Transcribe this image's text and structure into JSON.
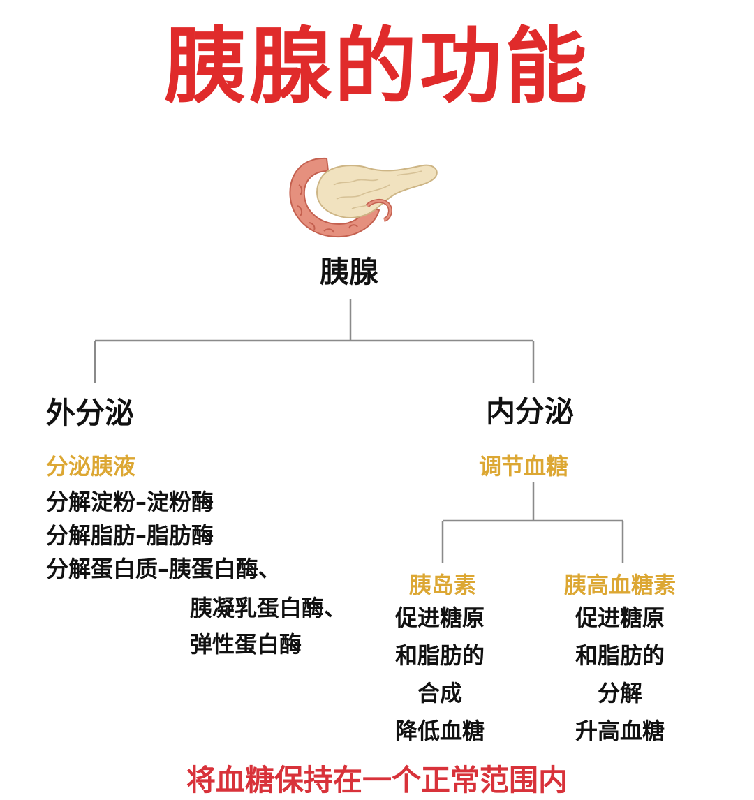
{
  "colors": {
    "title": "#e02b2b",
    "gold": "#dca733",
    "text": "#111111",
    "line": "#8a8a8a",
    "footer": "#d8323a"
  },
  "title": "胰腺的功能",
  "root": {
    "label": "胰腺",
    "image_icon": "pancreas-illustration"
  },
  "exocrine": {
    "heading": "外分泌",
    "subheading": "分泌胰液",
    "lines": [
      "分解淀粉–淀粉酶",
      "分解脂肪–脂肪酶",
      "分解蛋白质–胰蛋白酶、"
    ],
    "protein_enzymes_cont": [
      "胰凝乳蛋白酶、",
      "弹性蛋白酶"
    ]
  },
  "endocrine": {
    "heading": "内分泌",
    "subheading": "调节血糖",
    "insulin": {
      "name": "胰岛素",
      "lines": [
        "促进糖原",
        "和脂肪的",
        "合成",
        "降低血糖"
      ]
    },
    "glucagon": {
      "name": "胰高血糖素",
      "lines": [
        "促进糖原",
        "和脂肪的",
        "分解",
        "升高血糖"
      ]
    }
  },
  "footer": "将血糖保持在一个正常范围内"
}
